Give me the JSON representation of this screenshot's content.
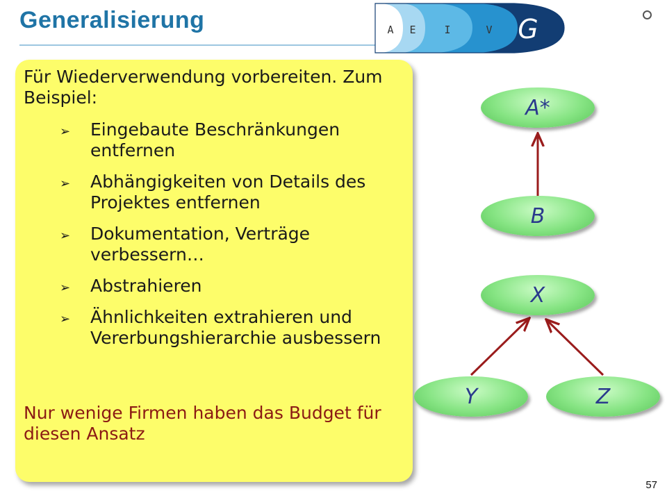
{
  "title": "Generalisierung",
  "page_number": "57",
  "logo": {
    "letters": [
      "A",
      "E",
      "I",
      "V",
      "G"
    ],
    "colors": [
      "#ffffff",
      "#a7d8f2",
      "#5db9e6",
      "#2792cf",
      "#123d73"
    ]
  },
  "callout": {
    "intro": "Für Wiederverwendung vorbereiten. Zum Beispiel:",
    "bullets": [
      "Eingebaute Beschränkungen entfernen",
      "Abhängigkeiten von Details des Projektes entfernen",
      "Dokumentation, Verträge verbessern…",
      "Abstrahieren",
      "Ähnlichkeiten extrahieren und Vererbungshierarchie ausbessern"
    ],
    "note": "Nur wenige Firmen haben das Budget für diesen Ansatz",
    "bullet_icon": "arrow-bullet-icon",
    "background_color": "#fdfd6a",
    "note_color": "#8b1a14"
  },
  "diagram": {
    "nodes": [
      {
        "id": "a",
        "label": "A*"
      },
      {
        "id": "b",
        "label": "B"
      },
      {
        "id": "x",
        "label": "X"
      },
      {
        "id": "y",
        "label": "Y"
      },
      {
        "id": "z",
        "label": "Z"
      }
    ],
    "edges": [
      {
        "from": "b",
        "to": "a"
      },
      {
        "from": "y",
        "to": "x"
      },
      {
        "from": "z",
        "to": "x"
      }
    ],
    "node_color": "#86e483",
    "edge_color": "#9a1c1c",
    "label_color": "#2a3a8c"
  }
}
